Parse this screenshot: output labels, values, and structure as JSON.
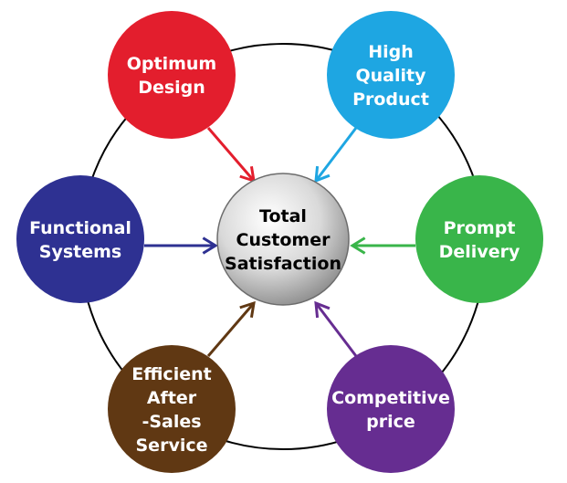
{
  "center": {
    "lines": [
      "Total",
      "Customer",
      "Satisfaction"
    ]
  },
  "nodes": [
    {
      "id": "optimum-design",
      "lines": [
        "Optimum",
        "Design"
      ],
      "color": "#e31e2d"
    },
    {
      "id": "high-quality-product",
      "lines": [
        "High",
        "Quality",
        "Product"
      ],
      "color": "#1ea6e2"
    },
    {
      "id": "prompt-delivery",
      "lines": [
        "Prompt",
        "Delivery"
      ],
      "color": "#39b54a"
    },
    {
      "id": "competitive-price",
      "lines": [
        "Competitive",
        "price"
      ],
      "color": "#662d91"
    },
    {
      "id": "efficient-after-sales-service",
      "lines": [
        "Efficient",
        "After",
        "-Sales",
        "Service"
      ],
      "color": "#603813"
    },
    {
      "id": "functional-systems",
      "lines": [
        "Functional",
        "Systems"
      ],
      "color": "#2e3192"
    }
  ],
  "ring_color": "#000000"
}
